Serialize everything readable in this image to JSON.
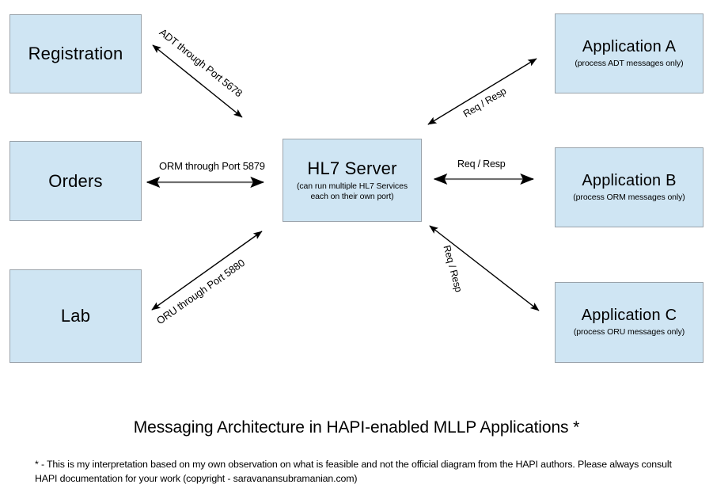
{
  "diagram": {
    "type": "architecture-flow",
    "background_color": "#ffffff",
    "box_fill_color": "#cfe5f3",
    "box_border_color": "#9aa3ab",
    "sources": [
      {
        "id": "registration",
        "label": "Registration"
      },
      {
        "id": "orders",
        "label": "Orders"
      },
      {
        "id": "lab",
        "label": "Lab"
      }
    ],
    "server": {
      "id": "hl7-server",
      "label": "HL7 Server",
      "sub_line1": "(can run multiple HL7 Services",
      "sub_line2": "each on their own port)"
    },
    "applications": [
      {
        "id": "application-a",
        "label": "Application A",
        "sub": "(process ADT messages only)"
      },
      {
        "id": "application-b",
        "label": "Application B",
        "sub": "(process ORM messages only)"
      },
      {
        "id": "application-c",
        "label": "Application C",
        "sub": "(process ORU messages only)"
      }
    ],
    "connections": [
      {
        "id": "registration-to-server",
        "label": "ADT through Port 5678",
        "from": "registration",
        "to": "hl7-server",
        "direction": "bidirectional"
      },
      {
        "id": "orders-to-server",
        "label": "ORM through Port 5879",
        "from": "orders",
        "to": "hl7-server",
        "direction": "bidirectional"
      },
      {
        "id": "lab-to-server",
        "label": "ORU through Port 5880",
        "from": "lab",
        "to": "hl7-server",
        "direction": "bidirectional"
      },
      {
        "id": "server-to-application-a",
        "label": "Req / Resp",
        "from": "hl7-server",
        "to": "application-a",
        "direction": "bidirectional"
      },
      {
        "id": "server-to-application-b",
        "label": "Req / Resp",
        "from": "hl7-server",
        "to": "application-b",
        "direction": "bidirectional"
      },
      {
        "id": "server-to-application-c",
        "label": "Req / Resp",
        "from": "hl7-server",
        "to": "application-c",
        "direction": "bidirectional"
      }
    ]
  },
  "caption": {
    "title": "Messaging Architecture in HAPI-enabled MLLP Applications *",
    "footnote": "* - This is my interpretation based on my own observation on what is feasible and not the official diagram from the HAPI authors. Please always consult HAPI documentation for your work (copyright - saravanansubramanian.com)"
  }
}
